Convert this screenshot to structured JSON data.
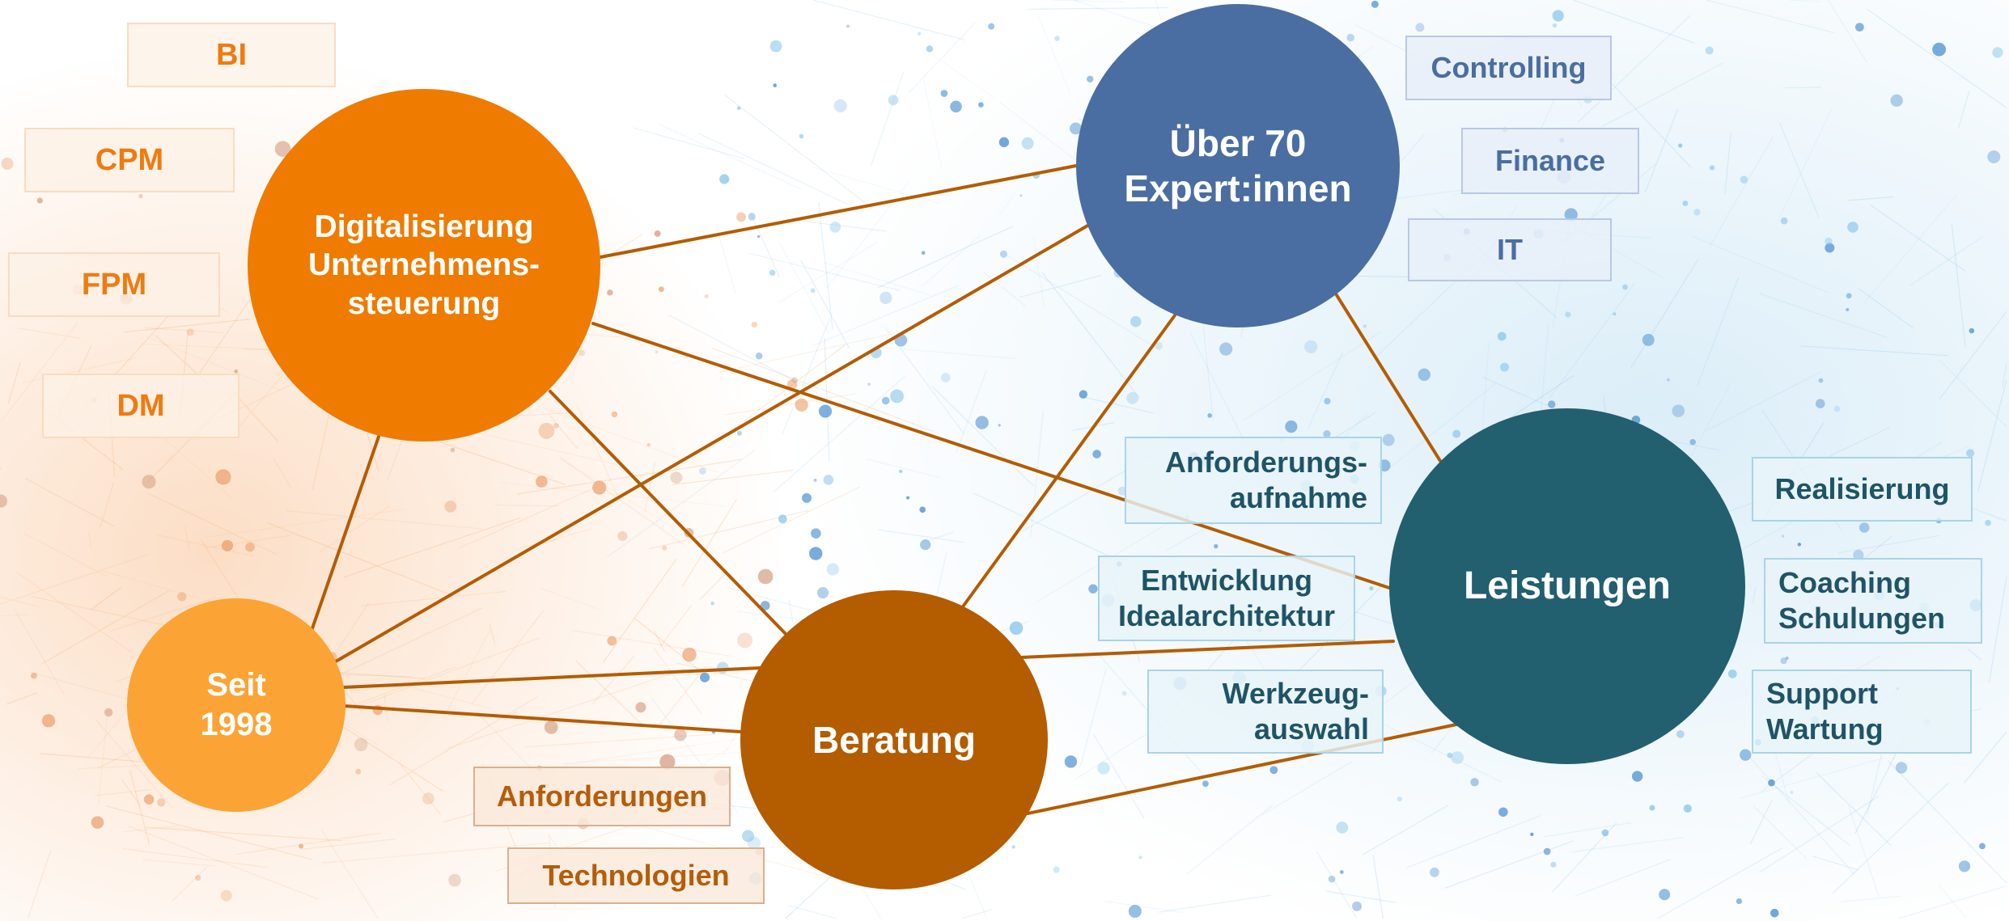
{
  "colors": {
    "orange": "#ef7b00",
    "light_orange": "#fba435",
    "brown": "#b45c00",
    "blue": "#4a6ea1",
    "teal": "#225f6f",
    "connector": "#b45c00"
  },
  "circles": {
    "digitalisierung": "Digitalisierung\nUnternehmens-\nsteuerung",
    "experten": "Über 70\nExpert:innen",
    "seit": "Seit\n1998",
    "beratung": "Beratung",
    "leistungen": "Leistungen"
  },
  "topics": {
    "bi": "BI",
    "cpm": "CPM",
    "fpm": "FPM",
    "dm": "DM"
  },
  "expertise": {
    "controlling": "Controlling",
    "finance": "Finance",
    "it": "IT"
  },
  "consulting": {
    "anforderungen": "Anforderungen",
    "technologien": "Technologien"
  },
  "phases": {
    "anforderungsaufnahme": "Anforderungs-\naufnahme",
    "entwicklung": "Entwicklung\nIdealarchitektur",
    "werkzeugauswahl": "Werkzeug-\nauswahl"
  },
  "services": {
    "realisierung": "Realisierung",
    "coaching": "Coaching\nSchulungen",
    "support": "Support\nWartung"
  }
}
